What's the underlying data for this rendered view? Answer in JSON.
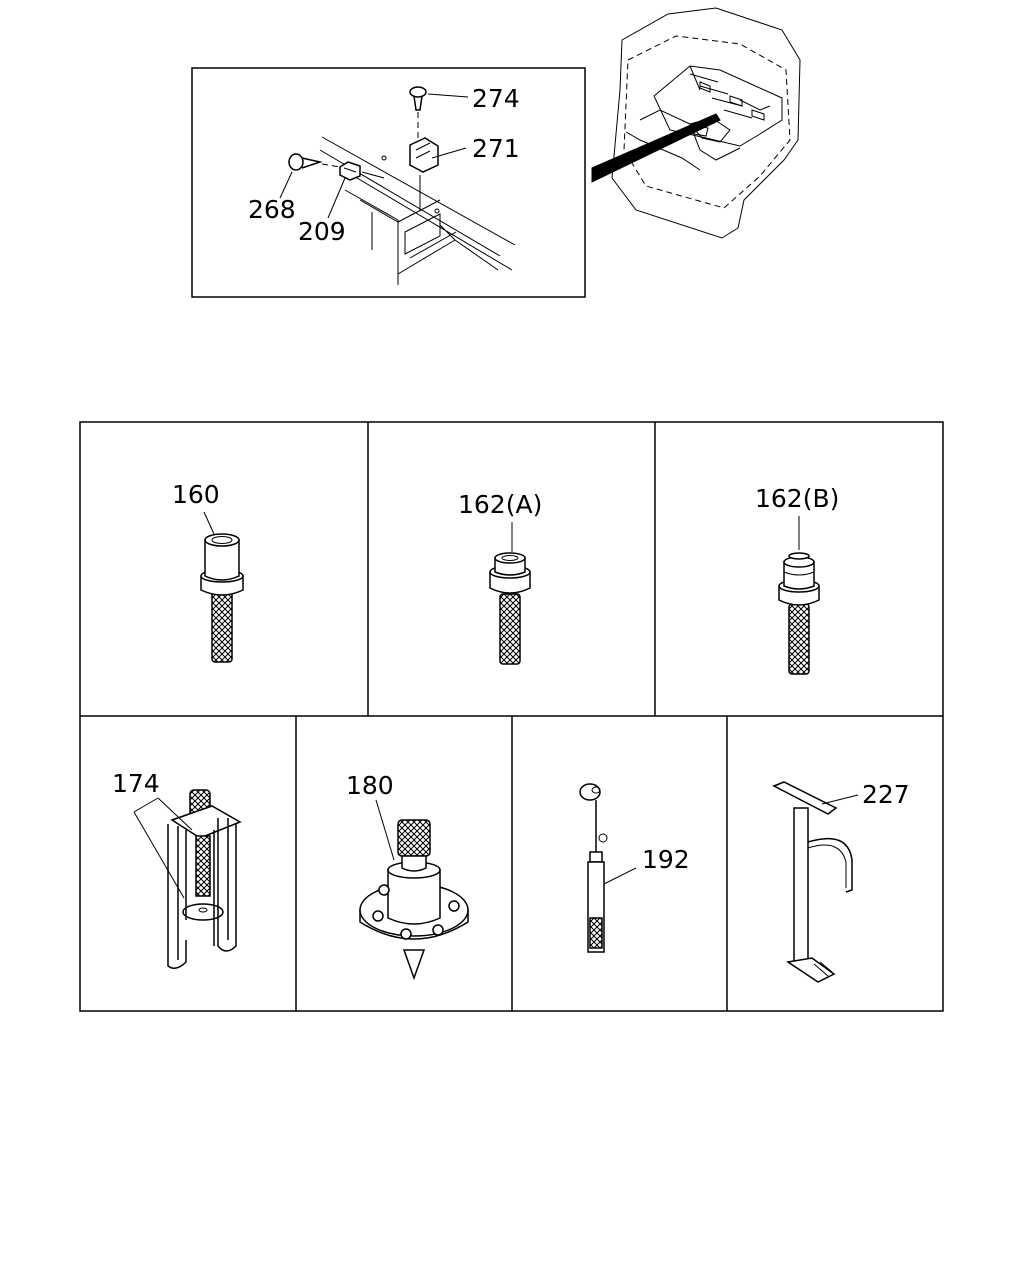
{
  "callouts": {
    "c274": "274",
    "c271": "271",
    "c268": "268",
    "c209": "209",
    "c160": "160",
    "c162a": "162(A)",
    "c162b": "162(B)",
    "c174": "174",
    "c180": "180",
    "c192": "192",
    "c227": "227"
  }
}
